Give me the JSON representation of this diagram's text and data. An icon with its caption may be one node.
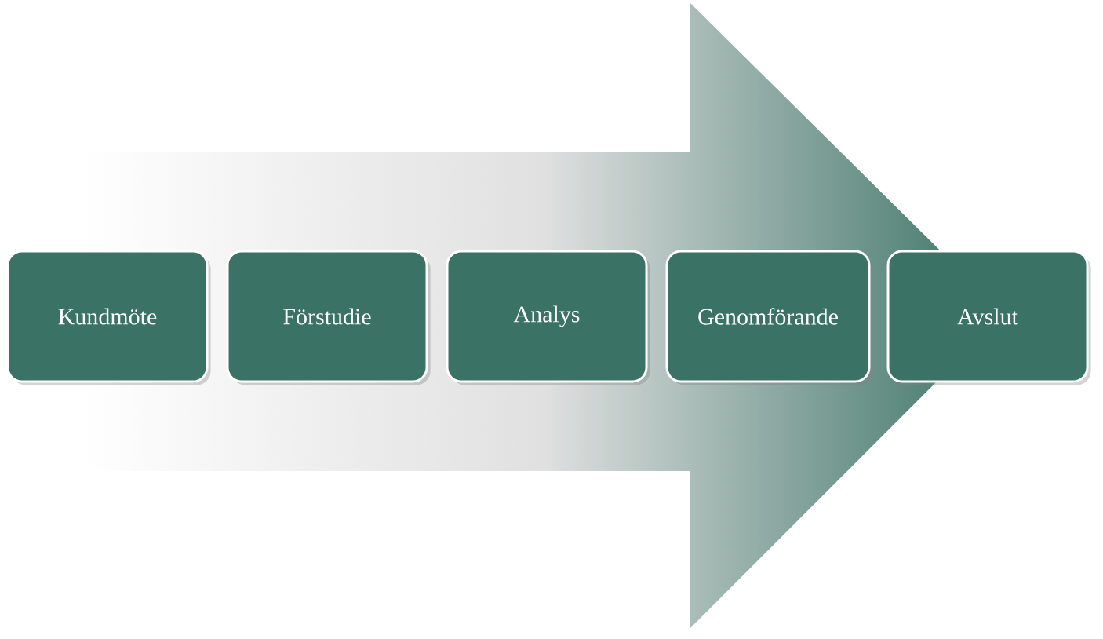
{
  "diagram": {
    "nodes": [
      {
        "text": [
          "Kundmöte"
        ]
      },
      {
        "text": [
          "Förstudie"
        ]
      },
      {
        "text": [
          "Analys"
        ]
      },
      {
        "text": [
          "Genomförande"
        ]
      },
      {
        "text": [
          "Avslut"
        ]
      }
    ]
  }
}
